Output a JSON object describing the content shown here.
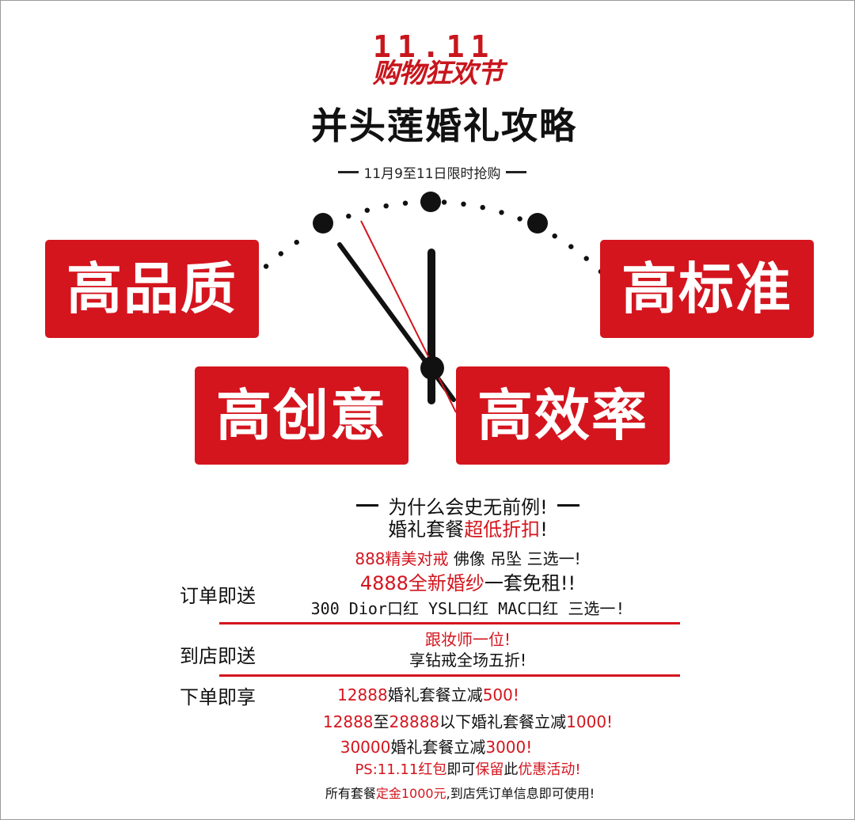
{
  "logo": {
    "number": "11.11",
    "text": "购物狂欢节"
  },
  "title": "并头莲婚礼攻略",
  "date_line": "11月9至11日限时抢购",
  "features": [
    "高品质",
    "高标准",
    "高创意",
    "高效率"
  ],
  "why": {
    "heading": "为什么会史无前例!",
    "discount_prefix": "婚礼套餐",
    "discount_highlight": "超低折扣",
    "discount_suffix": "!"
  },
  "gifts": {
    "label": "订单即送",
    "line1_red": "888精美对戒",
    "line1_rest": " 佛像 吊坠 三选一!",
    "line2_red": "4888全新婚纱",
    "line2_rest": "一套免租!!",
    "line3": "300 Dior口红 YSL口红  MAC口红 三选一!"
  },
  "store": {
    "label": "到店即送",
    "line1": "跟妆师一位!",
    "line2": "享钻戒全场五折!"
  },
  "order": {
    "label": "下单即享",
    "line1_a": "12888",
    "line1_b": "婚礼套餐立减",
    "line1_c": "500!",
    "line2_a": "12888",
    "line2_b": "至",
    "line2_c": "28888",
    "line2_d": "以下婚礼套餐立减",
    "line2_e": "1000!",
    "line3_a": "30000",
    "line3_b": "婚礼套餐立减",
    "line3_c": "3000!",
    "ps_a": "PS:11.11红包",
    "ps_b": "即可",
    "ps_c": "保留",
    "ps_d": "此",
    "ps_e": "优惠活动!",
    "final_a": "所有套餐",
    "final_b": "定金1000元",
    "final_c": ",到店凭订单信息即可使用!"
  },
  "colors": {
    "accent": "#d4151e",
    "text": "#111111",
    "border": "#9a9a9a"
  }
}
